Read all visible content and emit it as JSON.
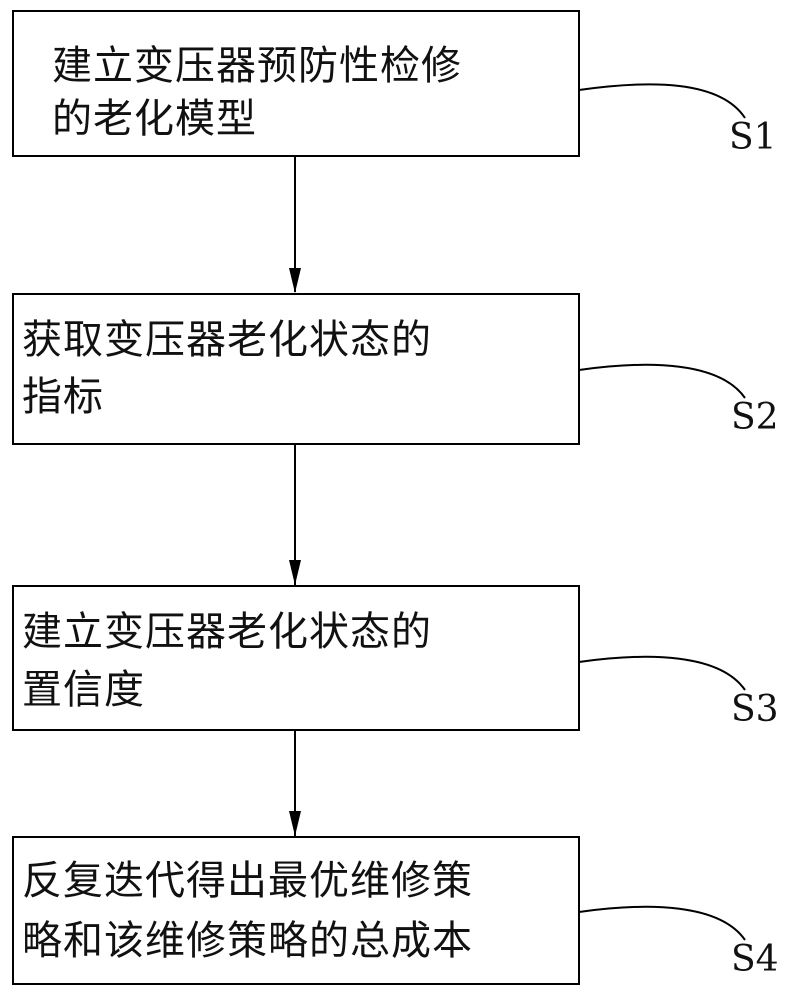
{
  "steps": [
    {
      "id": "S1",
      "lines": [
        "建立变压器预防性检修",
        "的老化模型"
      ]
    },
    {
      "id": "S2",
      "lines": [
        "获取变压器老化状态的",
        "指标"
      ]
    },
    {
      "id": "S3",
      "lines": [
        "建立变压器老化状态的",
        "置信度"
      ]
    },
    {
      "id": "S4",
      "lines": [
        "反复迭代得出最优维修策",
        "略和该维修策略的总成本"
      ]
    }
  ]
}
